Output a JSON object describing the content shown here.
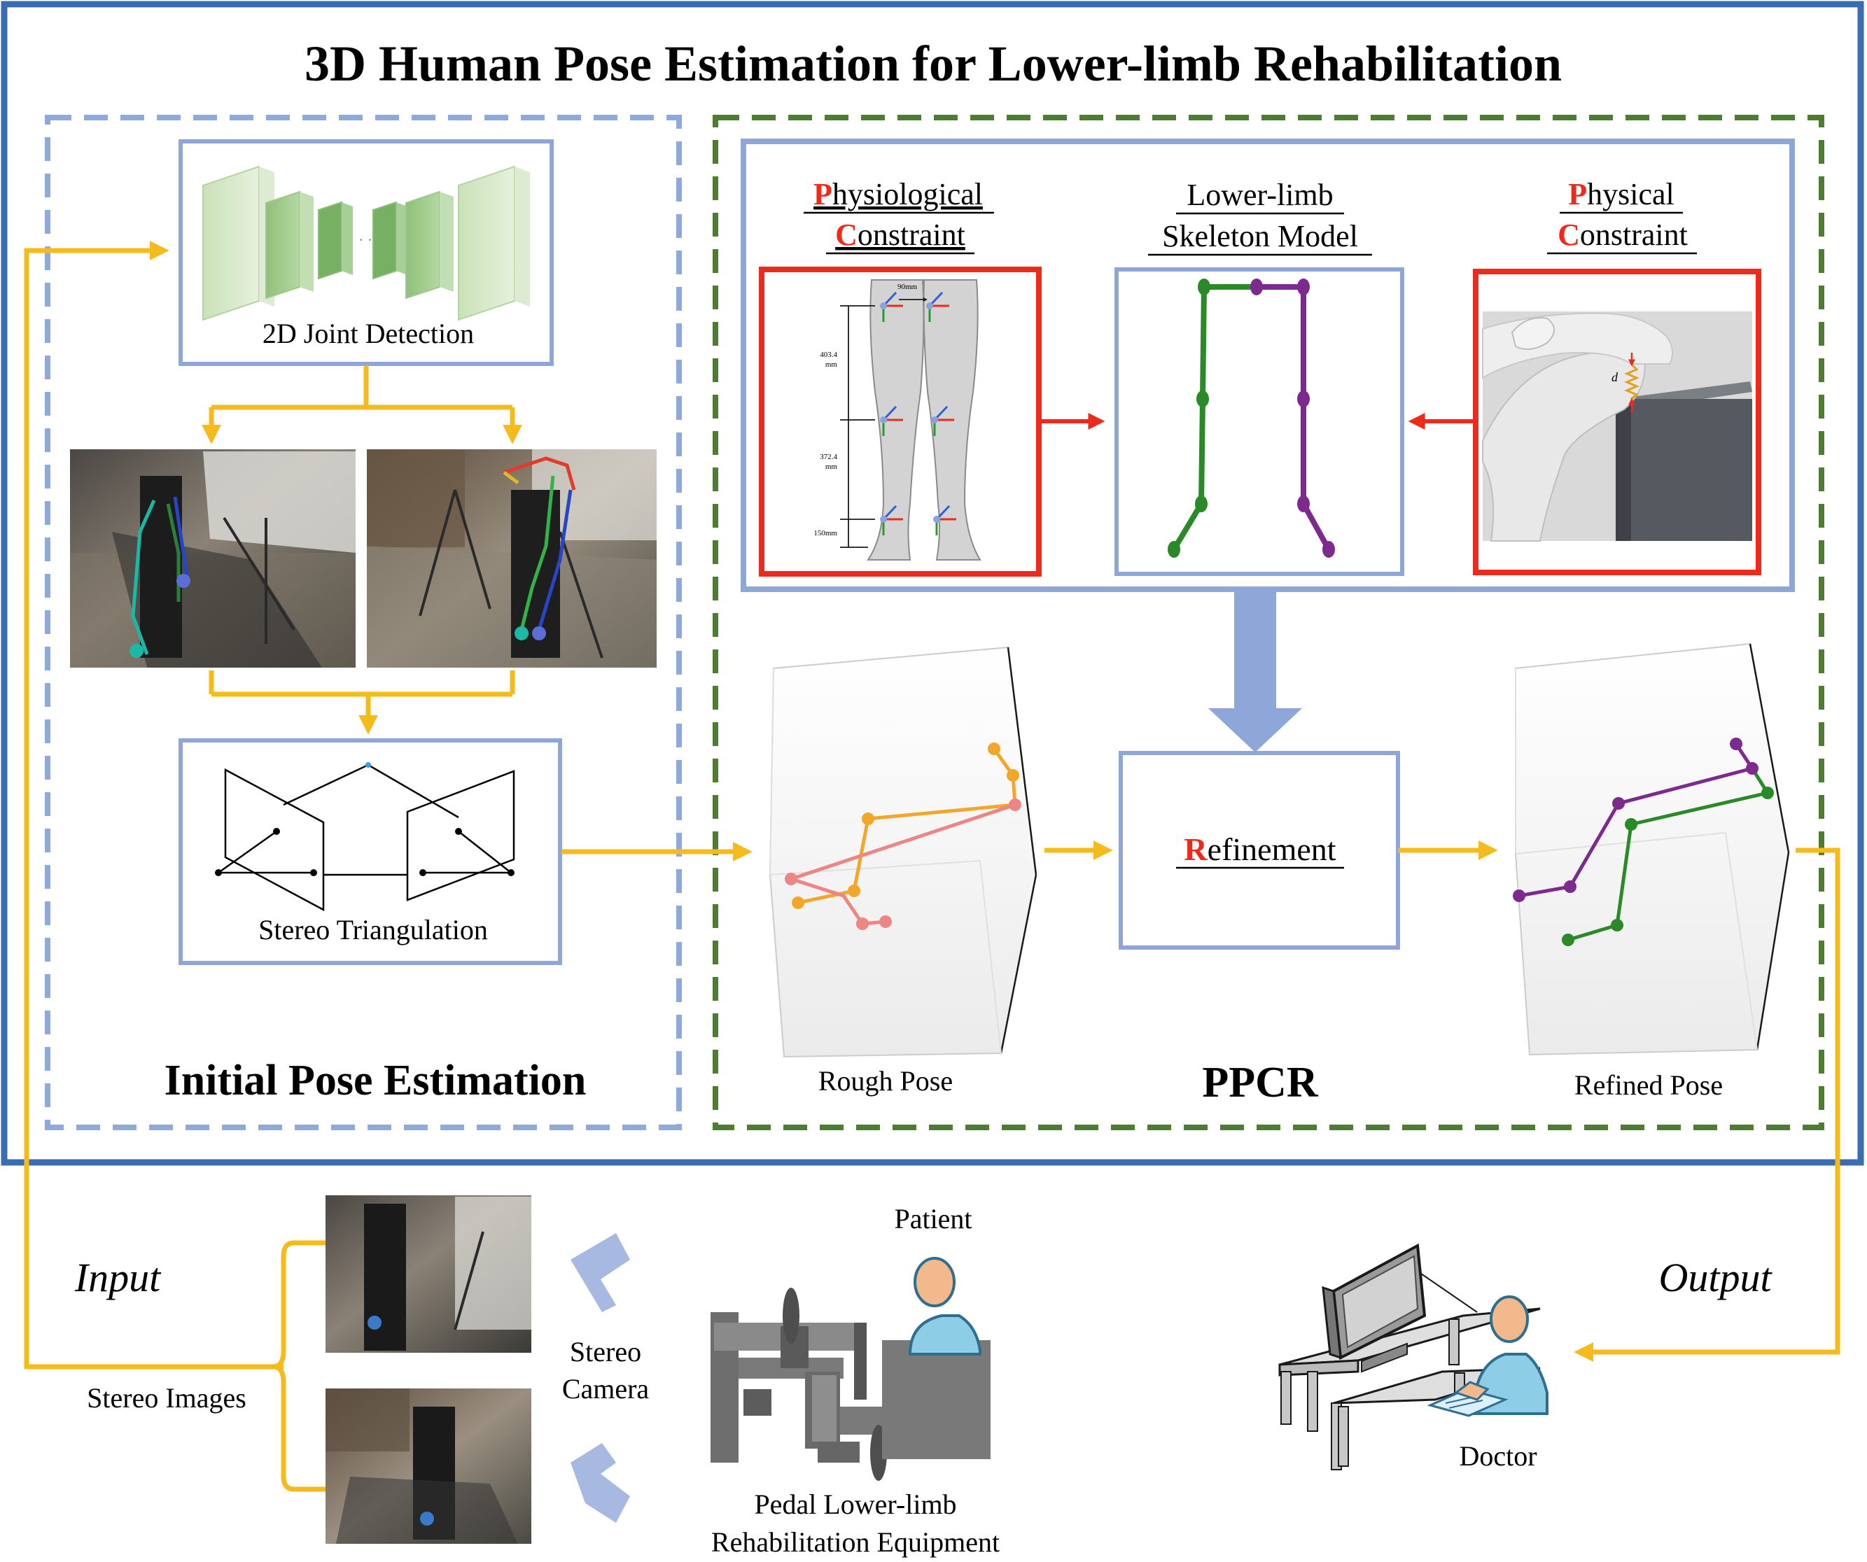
{
  "title": "3D Human Pose Estimation for Lower-limb Rehabilitation",
  "initial": {
    "detection_label": "2D Joint Detection",
    "triangulation_label": "Stereo Triangulation",
    "section_label": "Initial Pose Estimation"
  },
  "ppcr": {
    "physio_line1_first": "P",
    "physio_line1_rest": "hysiological",
    "physio_line2_first": "C",
    "physio_line2_rest": "onstraint",
    "skeleton_line1": "Lower-limb",
    "skeleton_line2": "Skeleton Model",
    "physical_line1_first": "P",
    "physical_line1_rest": "hysical",
    "physical_line2_first": "C",
    "physical_line2_rest": "onstraint",
    "refine_first": "R",
    "refine_rest": "efinement",
    "rough_label": "Rough Pose",
    "refined_label": "Refined Pose",
    "section_label": "PPCR",
    "measure_top": "90mm",
    "measure_a": "403.4",
    "measure_a_unit": "mm",
    "measure_b": "372.4",
    "measure_b_unit": "mm",
    "measure_c": "150mm",
    "gap_symbol": "d"
  },
  "bottom": {
    "input_label": "Input",
    "stereo_images_label": "Stereo Images",
    "camera_line1": "Stereo",
    "camera_line2": "Camera",
    "patient_label": "Patient",
    "equipment_line1": "Pedal Lower-limb",
    "equipment_line2": "Rehabilitation Equipment",
    "output_label": "Output",
    "doctor_label": "Doctor"
  },
  "colors": {
    "outer_frame": "#3a6cb0",
    "initial_dash": "#8fa9dc",
    "ppcr_dash": "#4e7d32",
    "inner_box": "#8fa6d9",
    "flow_arrow": "#f5bb1c",
    "constraint_red": "#ee2a1c",
    "left_leg": "#2a8a28",
    "right_leg": "#7d2a8f",
    "rough_orange": "#f3a72a",
    "rough_pink": "#ee8585"
  }
}
